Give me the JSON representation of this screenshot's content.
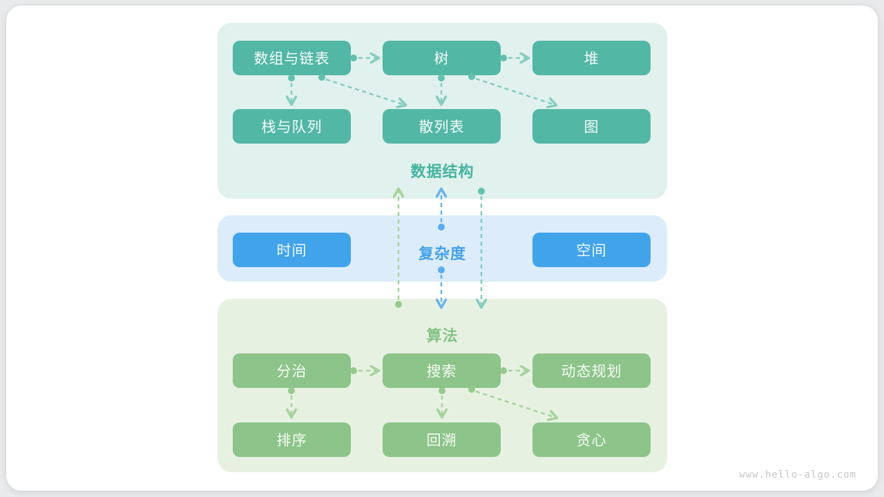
{
  "page": {
    "watermark": "www.hello-algo.com"
  },
  "colors": {
    "box_teal": "#52b7a5",
    "box_blue": "#41a4ea",
    "box_green": "#8cc48a",
    "panel_mint": "#e1f1ed",
    "panel_blue": "#dcecfa",
    "panel_green": "#e7f1e2",
    "label_teal": "#45b3a0",
    "label_blue": "#42a1e9",
    "label_green": "#85c286",
    "arrow_teal": "#85ccc0",
    "arrow_green": "#a6d39c",
    "arrow_blue": "#68b3ee",
    "watermark_gray": "#c5c7c9"
  },
  "sections": {
    "data_structures": {
      "label": "数据结构",
      "boxes": [
        {
          "label": "数组与链表"
        },
        {
          "label": "树"
        },
        {
          "label": "堆"
        },
        {
          "label": "栈与队列"
        },
        {
          "label": "散列表"
        },
        {
          "label": "图"
        }
      ],
      "connections": [
        {
          "from": "数组与链表",
          "to": "树"
        },
        {
          "from": "树",
          "to": "堆"
        },
        {
          "from": "数组与链表",
          "to": "栈与队列"
        },
        {
          "from": "数组与链表",
          "to": "散列表"
        },
        {
          "from": "树",
          "to": "散列表"
        },
        {
          "from": "树",
          "to": "图"
        }
      ]
    },
    "complexity": {
      "label": "复杂度",
      "boxes": [
        {
          "label": "时间"
        },
        {
          "label": "空间"
        }
      ]
    },
    "algorithms": {
      "label": "算法",
      "boxes": [
        {
          "label": "分治"
        },
        {
          "label": "搜索"
        },
        {
          "label": "动态规划"
        },
        {
          "label": "排序"
        },
        {
          "label": "回溯"
        },
        {
          "label": "贪心"
        }
      ],
      "connections": [
        {
          "from": "分治",
          "to": "搜索"
        },
        {
          "from": "搜索",
          "to": "动态规划"
        },
        {
          "from": "分治",
          "to": "排序"
        },
        {
          "from": "搜索",
          "to": "回溯"
        },
        {
          "from": "搜索",
          "to": "贪心"
        }
      ]
    }
  },
  "cross_connections": [
    {
      "from": "算法",
      "to": "数据结构"
    },
    {
      "from": "复杂度",
      "to": "数据结构"
    },
    {
      "from": "复杂度",
      "to": "算法"
    },
    {
      "from": "数据结构",
      "to": "算法"
    }
  ]
}
